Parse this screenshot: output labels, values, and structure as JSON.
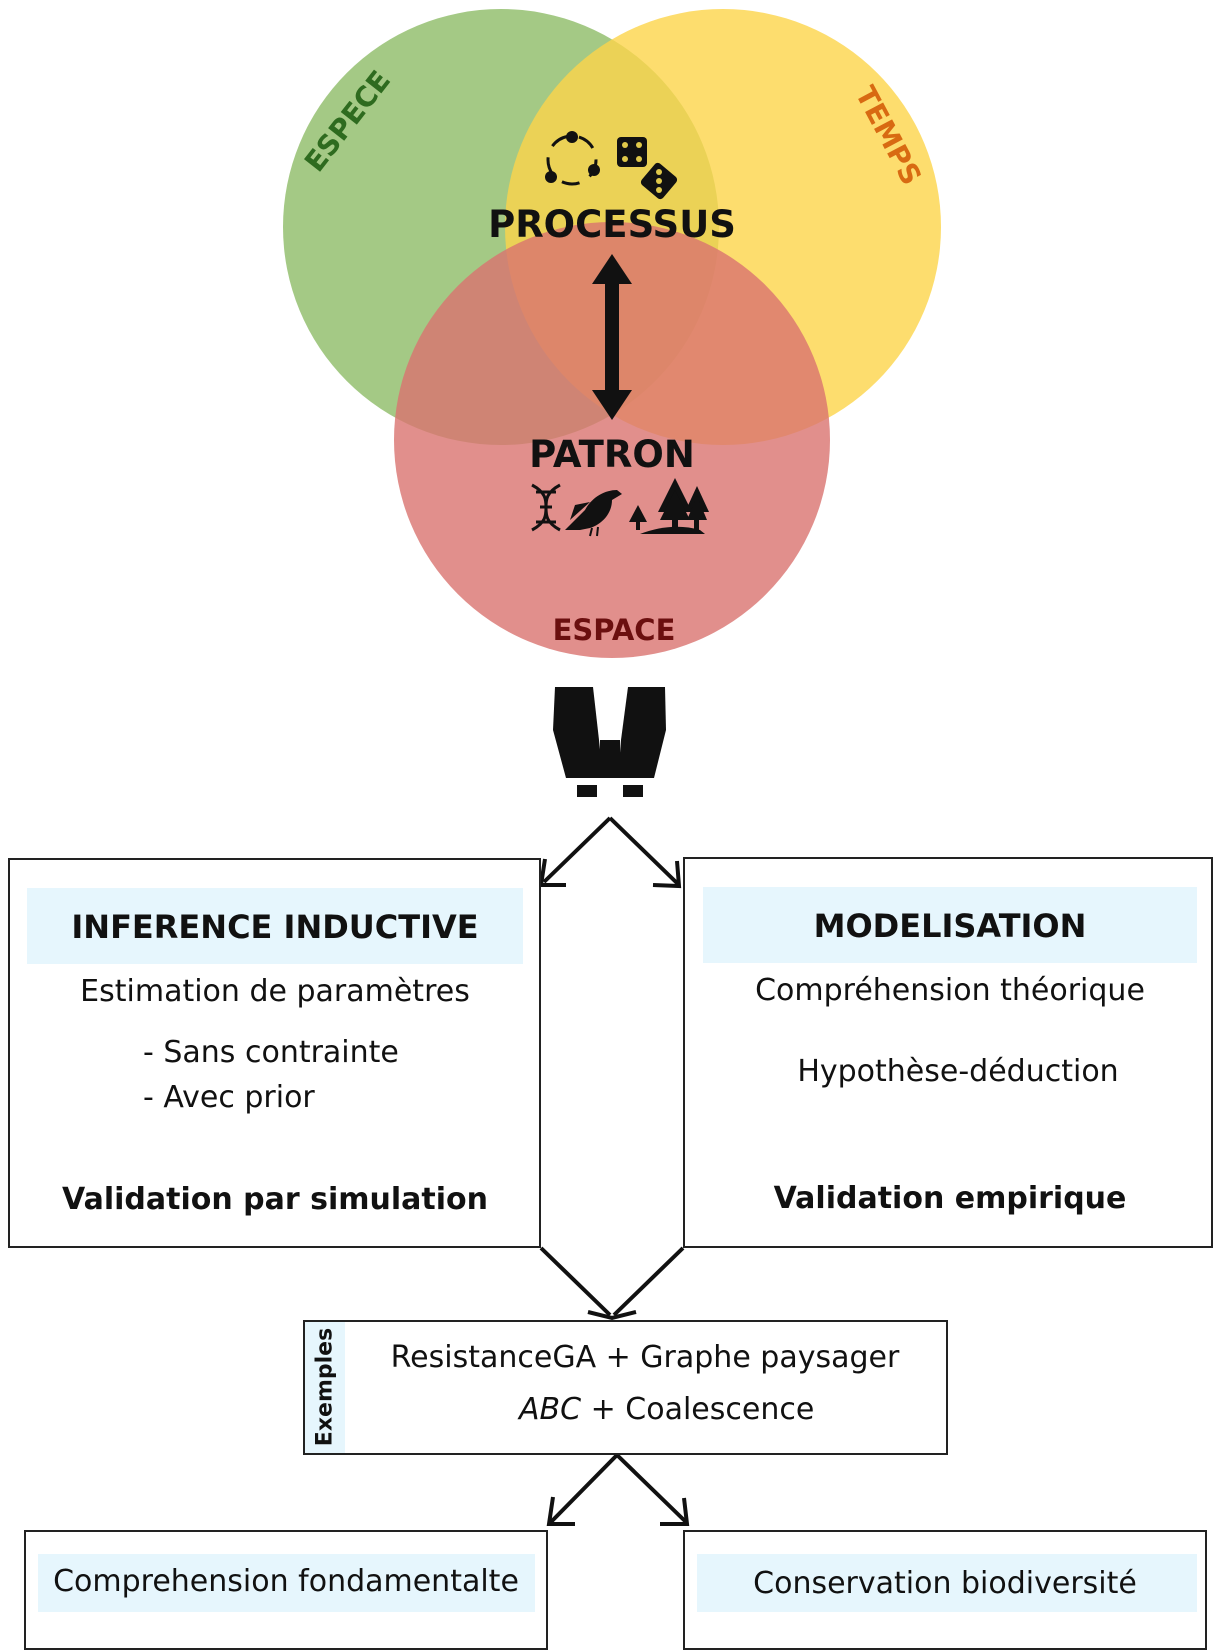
{
  "venn": {
    "label_species": "ESPECE",
    "label_time": "TEMPS",
    "label_space": "ESPACE",
    "process": "PROCESSUS",
    "pattern": "PATRON"
  },
  "colors": {
    "species": "#8dbb66",
    "time": "#fcd54a",
    "space": "#d9736f",
    "species_text": "#2e6b1f",
    "time_text": "#d86a12",
    "space_text": "#6b0f0f",
    "band": "#e6f6fd"
  },
  "icons": [
    "cycle-icon",
    "dice-icon",
    "dna-icon",
    "bird-icon",
    "trees-icon",
    "binoculars-icon"
  ],
  "inference": {
    "title": "INFERENCE INDUCTIVE",
    "line1": "Estimation de paramètres",
    "item1": "- Sans contrainte",
    "item2": "- Avec prior",
    "validation": "Validation par simulation"
  },
  "modeling": {
    "title": "MODELISATION",
    "line1": "Compréhension théorique",
    "line2": "Hypothèse-déduction",
    "validation": "Validation empirique"
  },
  "examples": {
    "tag": "Exemples",
    "line1": "ResistanceGA + Graphe paysager",
    "line2_italic": "ABC",
    "line2_rest": " + Coalescence"
  },
  "outcomes": {
    "left": "Comprehension fondamentalte",
    "right": "Conservation biodiversité"
  }
}
